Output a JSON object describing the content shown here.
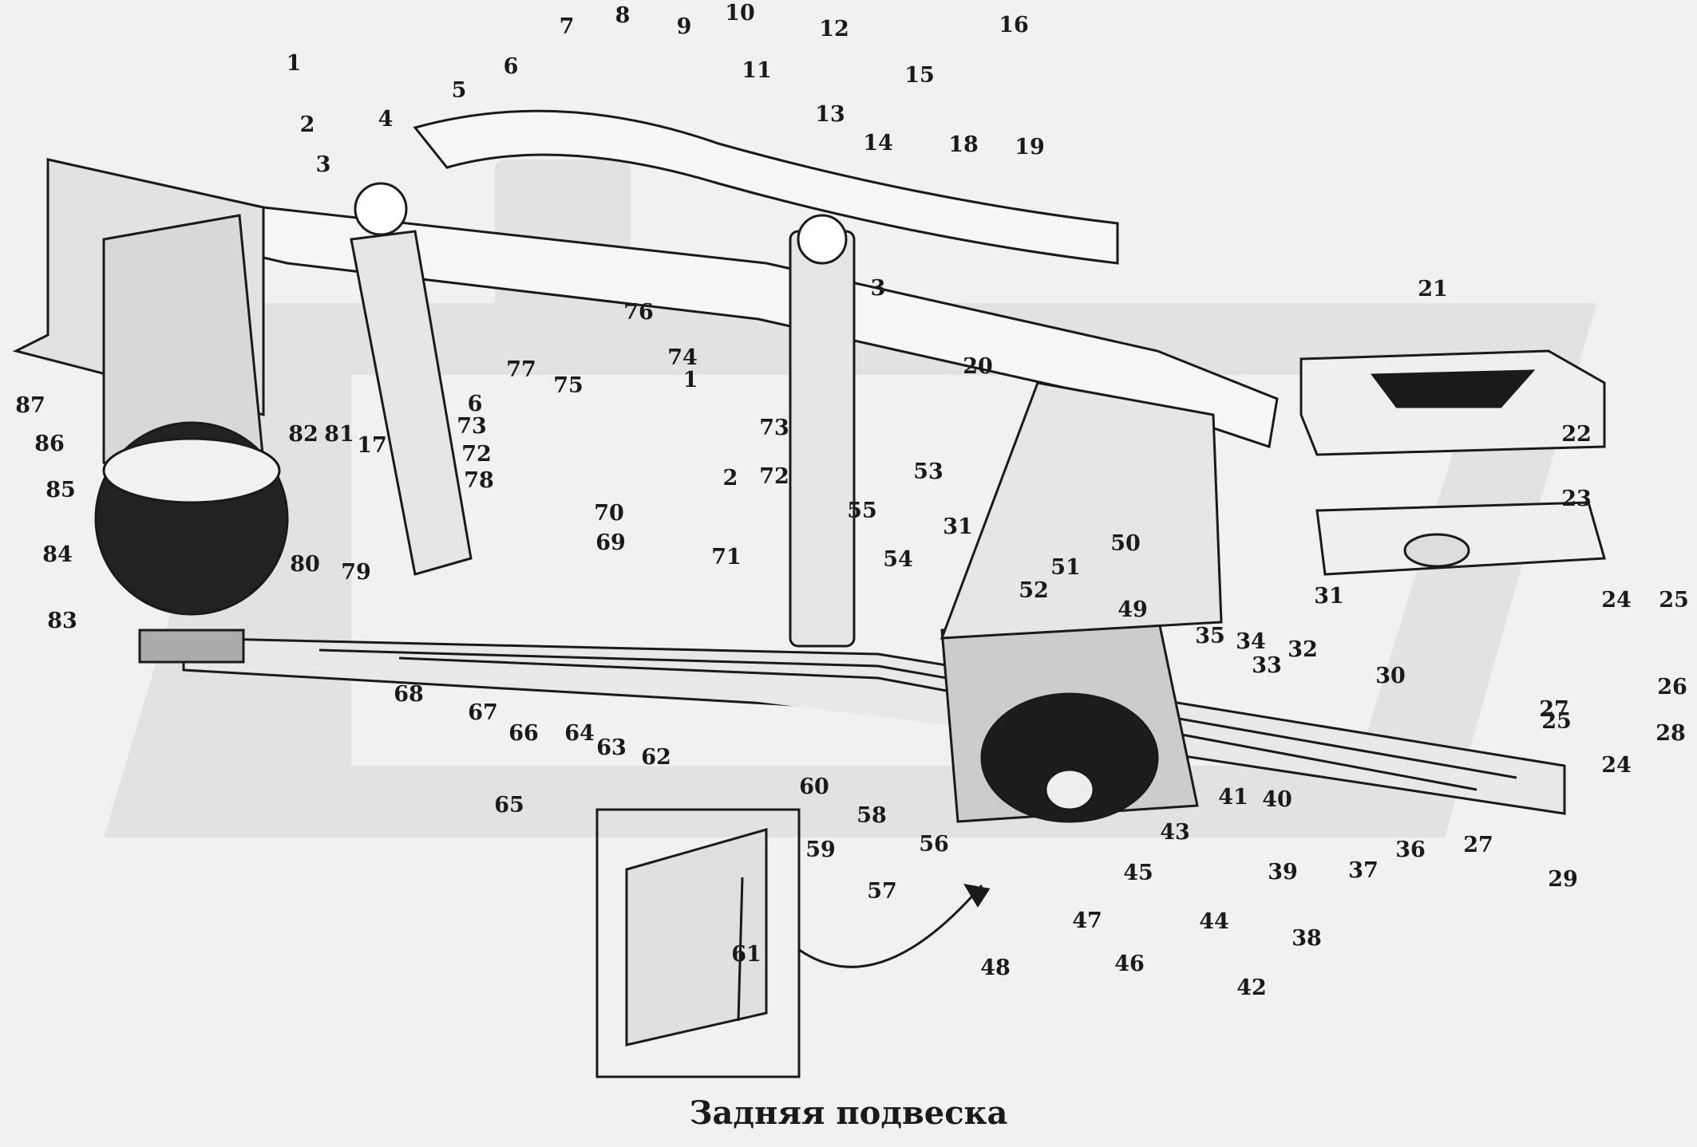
{
  "caption": "Задняя подвеска",
  "part_labels": [
    "1",
    "2",
    "3",
    "4",
    "5",
    "6",
    "7",
    "8",
    "9",
    "10",
    "11",
    "12",
    "13",
    "14",
    "15",
    "16",
    "17",
    "18",
    "19",
    "20",
    "21",
    "22",
    "23",
    "24",
    "25",
    "26",
    "27",
    "28",
    "29",
    "30",
    "31",
    "32",
    "33",
    "34",
    "35",
    "36",
    "37",
    "38",
    "39",
    "40",
    "41",
    "42",
    "43",
    "44",
    "45",
    "46",
    "47",
    "48",
    "49",
    "50",
    "51",
    "52",
    "53",
    "54",
    "55",
    "56",
    "57",
    "58",
    "59",
    "60",
    "61",
    "62",
    "63",
    "64",
    "65",
    "66",
    "67",
    "68",
    "69",
    "70",
    "71",
    "72",
    "73",
    "74",
    "75",
    "76",
    "77",
    "78",
    "79",
    "80",
    "81",
    "82",
    "83",
    "84",
    "85",
    "86",
    "87"
  ],
  "repeated_labels": [
    "1",
    "2",
    "3",
    "6",
    "24",
    "25",
    "27",
    "31",
    "72",
    "73"
  ],
  "colors": {
    "background": "#f1f1ef",
    "ink": "#1a1a1a",
    "watermark": "#d8d8d6"
  }
}
